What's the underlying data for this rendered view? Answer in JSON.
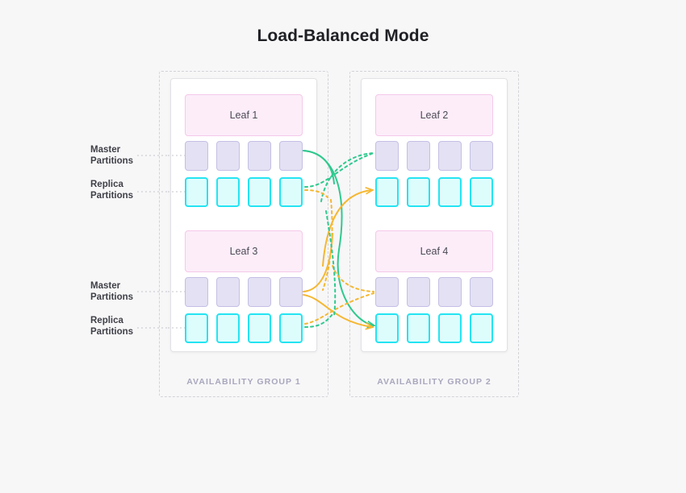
{
  "page": {
    "title": "Load-Balanced Mode",
    "background_color": "#f7f7f8"
  },
  "colors": {
    "title_text": "#1f2024",
    "leaf_fill": "#fcedf9",
    "leaf_border": "#f4c9ea",
    "master_fill": "#e3e1f3",
    "master_border": "#c5bfe5",
    "replica_fill": "#ddfdfd",
    "replica_border": "#24e4f2",
    "group_border": "#d2d2d8",
    "group_label": "#a9a7bd",
    "card_bg": "#ffffff",
    "card_border": "#e2e2e6",
    "link_green": "#2fc98e",
    "link_amber": "#f5b731",
    "leader_line": "#c6c6cc"
  },
  "availability_groups": [
    {
      "id": "ag1",
      "label": "AVAILABILITY GROUP 1",
      "leaves": [
        {
          "id": "leaf1",
          "label": "Leaf 1",
          "master_count": 4,
          "replica_count": 4
        },
        {
          "id": "leaf3",
          "label": "Leaf 3",
          "master_count": 4,
          "replica_count": 4
        }
      ]
    },
    {
      "id": "ag2",
      "label": "AVAILABILITY GROUP 2",
      "leaves": [
        {
          "id": "leaf2",
          "label": "Leaf 2",
          "master_count": 4,
          "replica_count": 4
        },
        {
          "id": "leaf4",
          "label": "Leaf 4",
          "master_count": 4,
          "replica_count": 4
        }
      ]
    }
  ],
  "side_labels": [
    {
      "id": "master-top",
      "line1": "Master",
      "line2": "Partitions"
    },
    {
      "id": "replica-top",
      "line1": "Replica",
      "line2": "Partitions"
    },
    {
      "id": "master-bottom",
      "line1": "Master",
      "line2": "Partitions"
    },
    {
      "id": "replica-bottom",
      "line1": "Replica",
      "line2": "Partitions"
    }
  ],
  "legend_semantics": {
    "solid_green": "master-to-replica replication link",
    "dotted_green": "replica-to-master replication link",
    "solid_amber": "load-balanced traffic link",
    "dotted_amber": "secondary load-balanced traffic link"
  }
}
